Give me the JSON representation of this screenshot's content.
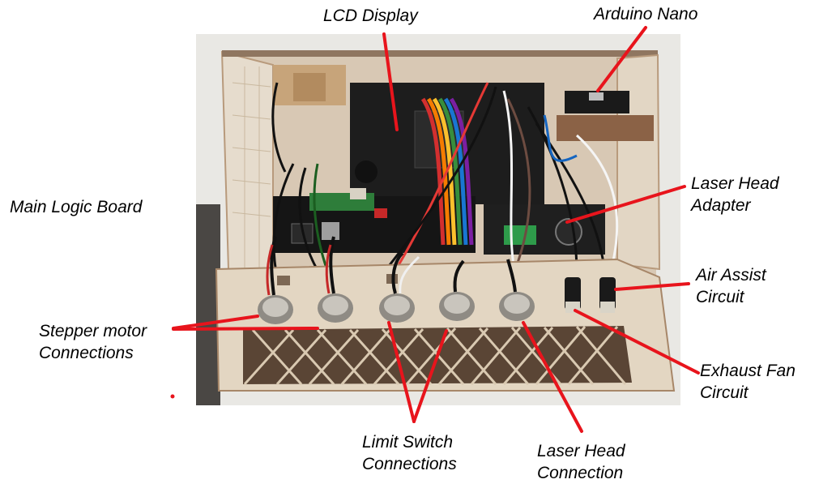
{
  "diagram": {
    "labels": {
      "lcd_display": "LCD Display",
      "arduino_nano": "Arduino Nano",
      "main_logic_board": "Main Logic Board",
      "laser_head_adapter": [
        "Laser Head",
        "Adapter"
      ],
      "air_assist_circuit": [
        "Air Assist",
        "Circuit"
      ],
      "stepper_motor_connections": [
        "Stepper motor",
        "Connections"
      ],
      "exhaust_fan_circuit": [
        "Exhaust Fan",
        "Circuit"
      ],
      "limit_switch_connections": [
        "Limit Switch",
        "Connections"
      ],
      "laser_head_connection": [
        "Laser Head",
        "Connection"
      ]
    },
    "colors": {
      "arrow": "#e8141c",
      "label_text": "#000000",
      "wood_light": "#e7ddd0",
      "wood_dark": "#b89a7c",
      "board": "#1c1c1c",
      "metal": "#a9a59d"
    }
  }
}
